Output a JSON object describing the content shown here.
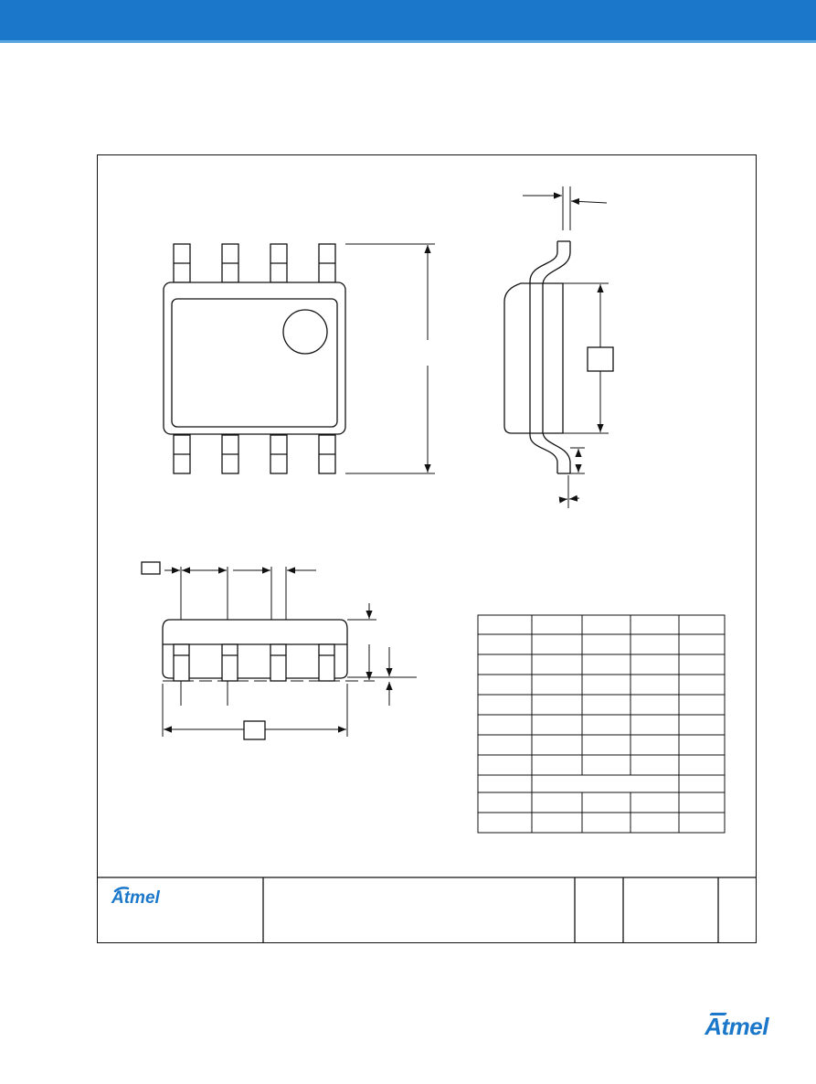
{
  "brand": {
    "name": "Atmel",
    "primary_color": "#1a77c9",
    "accent_color": "#5aa6e0"
  },
  "title_block": {
    "logo": "Atmel"
  },
  "footer": {
    "logo": "Atmel"
  },
  "dimension_table": {
    "rows": 10,
    "columns": 5,
    "merged_row_index": 7
  }
}
